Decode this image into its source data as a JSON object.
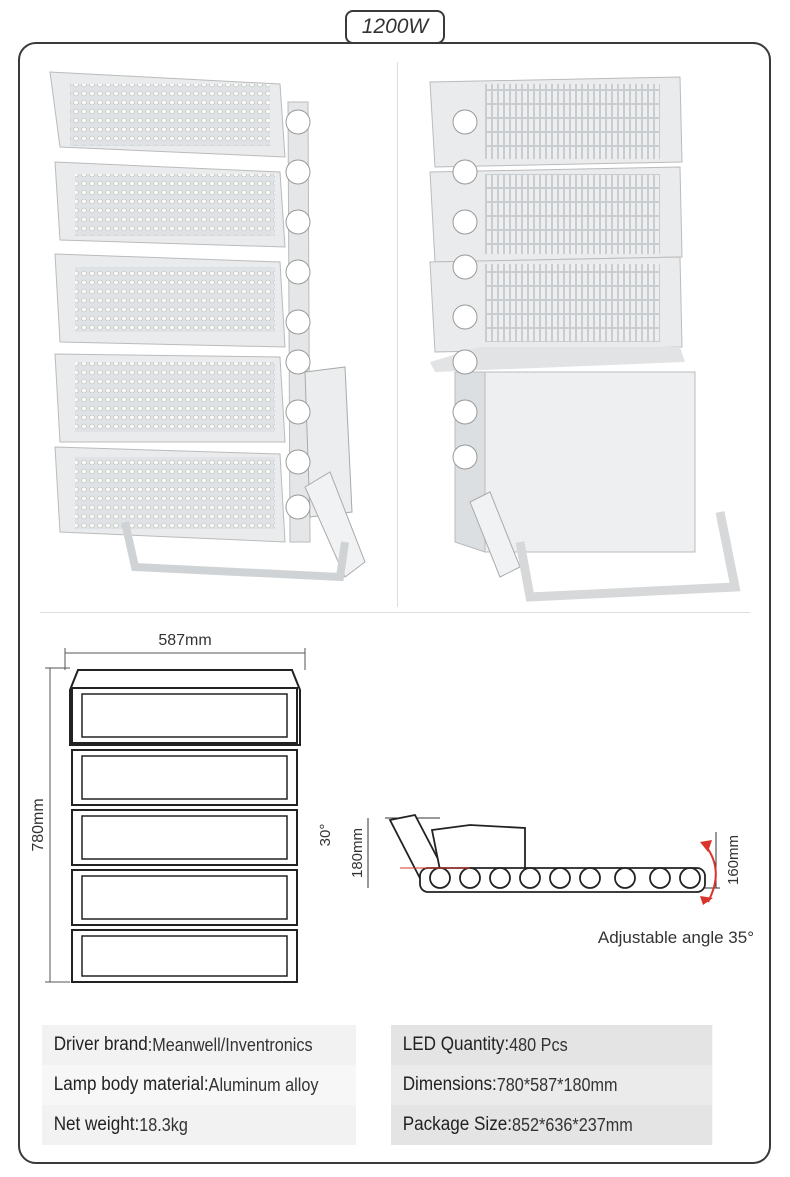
{
  "title": "1200W",
  "dimensions_drawing": {
    "width_label": "587mm",
    "height_label": "780mm",
    "tilt_angle_label": "30°",
    "depth_label": "180mm",
    "base_height_label": "160mm",
    "adjustable_label": "Adjustable angle 35°"
  },
  "specs": [
    {
      "label": "Driver brand",
      "sep": ": ",
      "value": "Meanwell/Inventronics"
    },
    {
      "label": "LED Quantity:",
      "sep": " ",
      "value": "480 Pcs"
    },
    {
      "label": "Lamp body material:",
      "sep": " ",
      "value": "Aluminum alloy"
    },
    {
      "label": "Dimensions:",
      "sep": " ",
      "value": "780*587*180mm"
    },
    {
      "label": "Net weight:",
      "sep": " ",
      "value": "18.3kg"
    },
    {
      "label": "Package Size:",
      "sep": " ",
      "value": "852*636*237mm"
    }
  ],
  "colors": {
    "frame": "#3a3a3a",
    "led_body": "#e8eaec",
    "arrow": "#d9342b"
  }
}
